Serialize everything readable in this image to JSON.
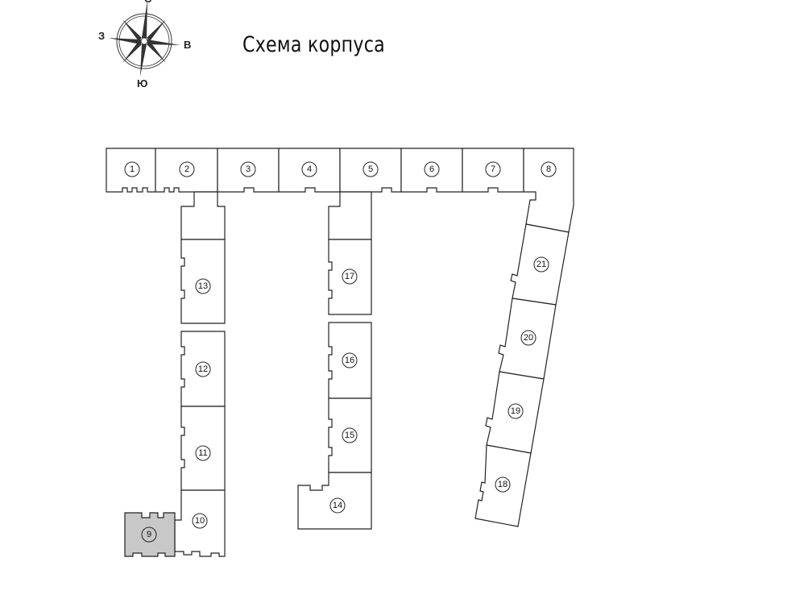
{
  "title": "Схема корпуса",
  "compass": {
    "north": "С",
    "west": "З",
    "east": "В",
    "south": "Ю"
  },
  "selected_section": "9",
  "colors": {
    "selected": "#c8c8c8",
    "stroke": "#222222"
  },
  "sections": [
    "1",
    "2",
    "3",
    "4",
    "5",
    "6",
    "7",
    "8",
    "9",
    "10",
    "11",
    "12",
    "13",
    "14",
    "15",
    "16",
    "17",
    "18",
    "19",
    "20",
    "21"
  ]
}
